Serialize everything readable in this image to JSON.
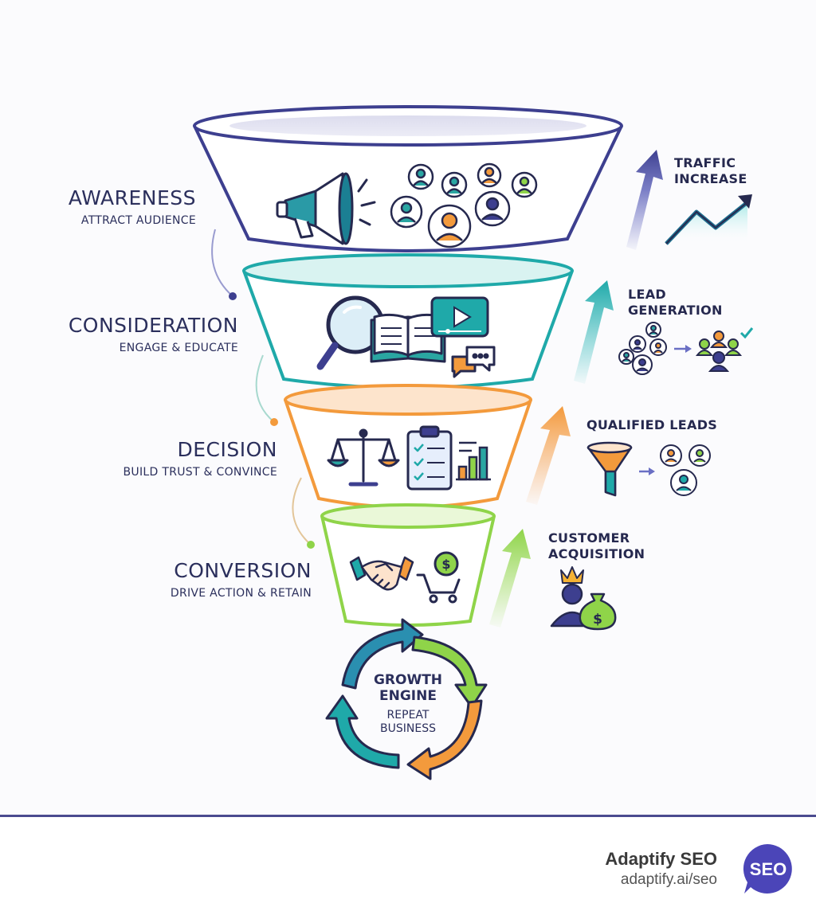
{
  "stages": [
    {
      "title": "AWARENESS",
      "subtitle": "ATTRACT AUDIENCE",
      "color": "#3d3f8f"
    },
    {
      "title": "CONSIDERATION",
      "subtitle": "ENGAGE & EDUCATE",
      "color": "#1fa9a9"
    },
    {
      "title": "DECISION",
      "subtitle": "BUILD TRUST & CONVINCE",
      "color": "#f39a3c"
    },
    {
      "title": "CONVERSION",
      "subtitle": "DRIVE ACTION & RETAIN",
      "color": "#8fd449"
    }
  ],
  "outcomes": [
    {
      "title_line1": "TRAFFIC",
      "title_line2": "INCREASE"
    },
    {
      "title_line1": "LEAD",
      "title_line2": "GENERATION"
    },
    {
      "title_line1": "QUALIFIED LEADS",
      "title_line2": ""
    },
    {
      "title_line1": "CUSTOMER",
      "title_line2": "ACQUISITION"
    }
  ],
  "engine": {
    "title_line1": "GROWTH",
    "title_line2": "ENGINE",
    "subtitle_line1": "REPEAT",
    "subtitle_line2": "BUSINESS"
  },
  "brand": {
    "name": "Adaptify SEO",
    "url": "adaptify.ai/seo",
    "badge_text": "SEO"
  },
  "colors": {
    "navy": "#3d3f8f",
    "teal": "#1fa9a9",
    "orange": "#f39a3c",
    "green": "#8fd449",
    "footer_line": "#4a4a8f",
    "badge": "#4b45b8"
  },
  "icons": [
    "megaphone-icon",
    "audience-icon",
    "magnifier-icon",
    "book-icon",
    "video-icon",
    "chat-icon",
    "scales-icon",
    "checklist-icon",
    "bar-chart-icon",
    "handshake-icon",
    "cart-icon",
    "trend-icon",
    "funnel-icon",
    "money-bag-icon",
    "crown-icon",
    "cycle-arrows-icon"
  ]
}
